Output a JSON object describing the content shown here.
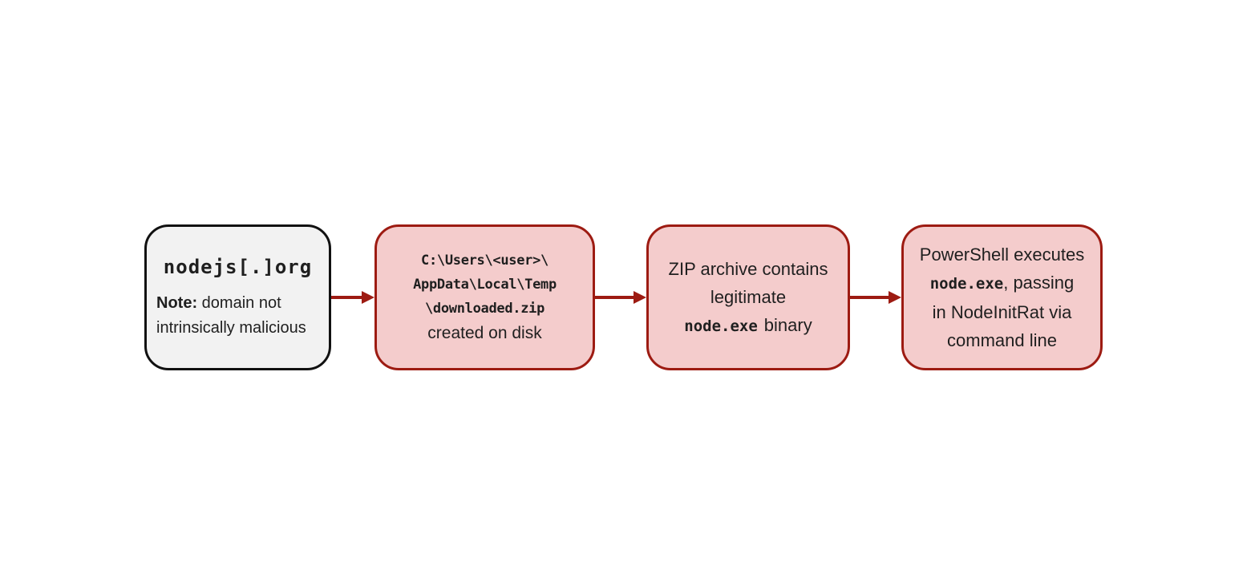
{
  "diagram": {
    "colors": {
      "alert_fill": "#f4cccc",
      "alert_border": "#9d1b12",
      "arrow": "#9d1b12",
      "neutral_fill": "#f2f2f2",
      "neutral_border": "#111111",
      "text": "#1f1f1f"
    },
    "boxes": [
      {
        "heading_code": "nodejs[.]org",
        "note_label": "Note:",
        "note_text": " domain not intrinsically malicious"
      },
      {
        "code_line1": "C:\\Users\\<user>\\",
        "code_line2": "AppData\\Local\\Temp",
        "code_line3": "\\downloaded.zip",
        "caption": "created on disk"
      },
      {
        "line1": "ZIP archive contains",
        "line2": "legitimate",
        "code": "node.exe",
        "line3_suffix": "binary"
      },
      {
        "line1": "PowerShell executes",
        "code": "node.exe",
        "line2_suffix": ", passing",
        "line3": "in NodeInitRat via",
        "line4": "command line"
      }
    ]
  }
}
